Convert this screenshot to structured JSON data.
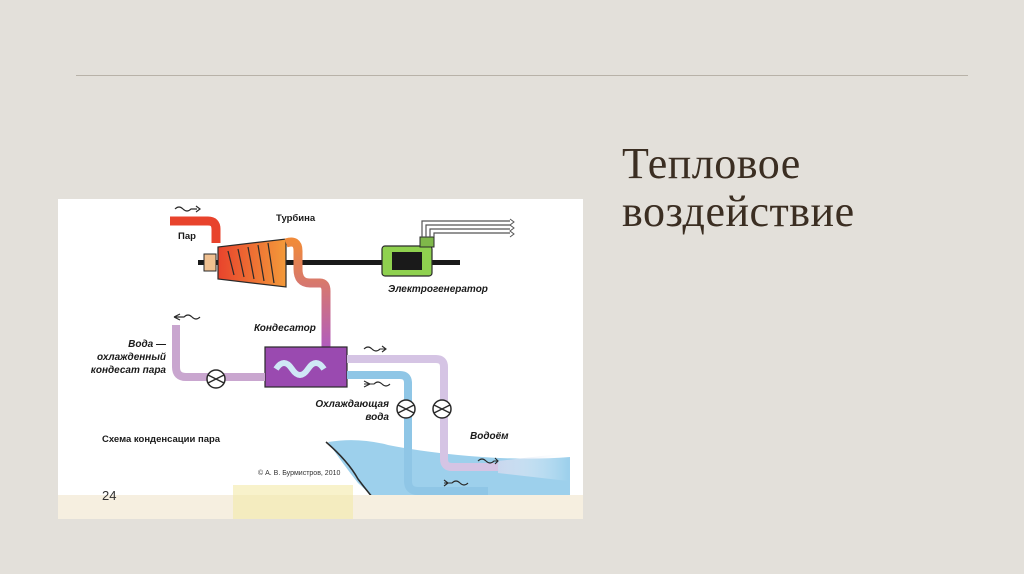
{
  "slide": {
    "title_line1": "Тепловое",
    "title_line2": "воздействие"
  },
  "diagram": {
    "labels": {
      "steam": "Пар",
      "turbine": "Турбина",
      "generator": "Электрогенератор",
      "condenser": "Кондесатор",
      "water_line1": "Вода —",
      "water_line2": "охлажденный",
      "water_line3": "кондесат пара",
      "cooling_line1": "Охлаждающая",
      "cooling_line2": "вода",
      "reservoir": "Водоём",
      "caption": "Схема конденсации пара",
      "copyright": "© А. В. Бурмистров, 2010",
      "page_number": "24"
    },
    "colors": {
      "steam": "#e8432c",
      "turbine_hot": "#f07a2a",
      "pipe_warm": "#c96db5",
      "condenser": "#9a4ab0",
      "return_pipe": "#c9a6cf",
      "cold_water": "#8fc6e6",
      "reservoir": "#9dd0ec",
      "generator": "#8fd14f"
    }
  }
}
